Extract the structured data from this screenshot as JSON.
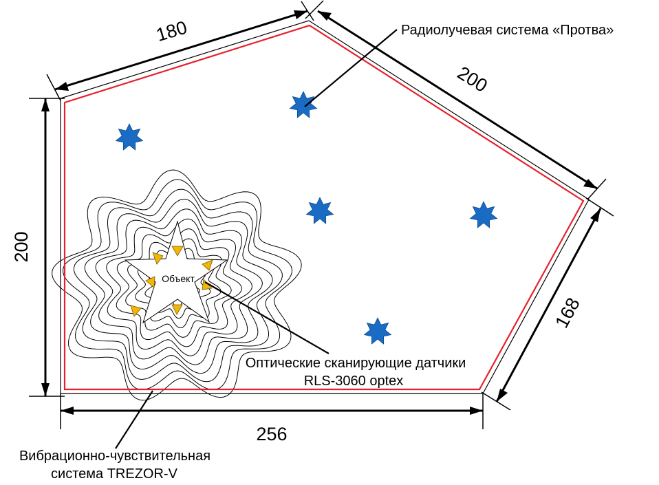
{
  "dimensions": {
    "top_left": "180",
    "top_right": "200",
    "left": "200",
    "right": "168",
    "bottom": "256"
  },
  "labels": {
    "radio_system": "Радиолучевая система «Протва»",
    "optical_line1": "Оптические сканирующие датчики",
    "optical_line2": "RLS-3060 optex",
    "vibration_line1": "Вибрационно-чувствительная",
    "vibration_line2": "система TREZOR-V",
    "object": "Объект"
  },
  "colors": {
    "perimeter": "#e8202a",
    "radio_star": "#1a6bc4",
    "optical_sensor": "#f2b705",
    "line": "#000000"
  },
  "icons": {
    "radio_sensor": "blue-star-icon",
    "optical_sensor": "yellow-triangle-icon"
  }
}
